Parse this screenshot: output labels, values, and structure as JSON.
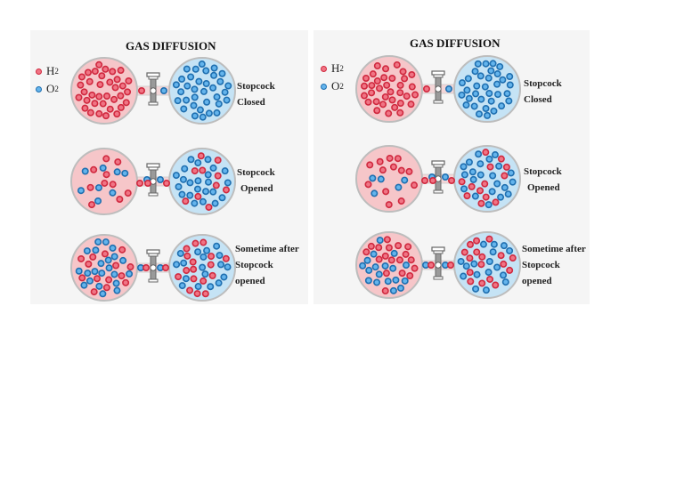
{
  "title": "GAS DIFFUSION",
  "legend": [
    {
      "symbol": "H",
      "subscript": "2",
      "color": "#e2465b"
    },
    {
      "symbol": "O",
      "subscript": "2",
      "color": "#2b86cf"
    }
  ],
  "stages": [
    {
      "lines": [
        "Stopcock",
        "Closed"
      ]
    },
    {
      "lines": [
        "Stopcock",
        "Opened"
      ]
    },
    {
      "lines": [
        "Sometime after",
        "Stopcock",
        "opened"
      ]
    }
  ],
  "colors": {
    "h2_fill": "#f07484",
    "h2_stroke": "#d0293f",
    "o2_fill": "#64b4ec",
    "o2_stroke": "#1f6fb0",
    "left_bulb": "#f6c6c9",
    "right_bulb": "#c5e3f5",
    "bulb_border": "#bdbdbd",
    "stopcock": "#666666"
  }
}
